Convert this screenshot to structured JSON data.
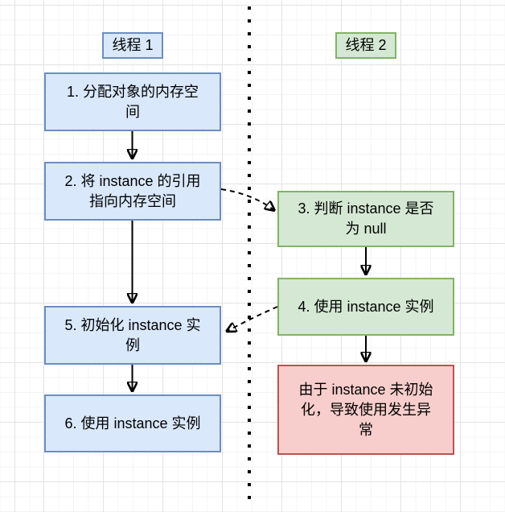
{
  "diagram": {
    "type": "flowchart",
    "lanes": [
      {
        "id": "thread1",
        "label": "线程 1",
        "fill": "#dae8fc",
        "border": "#6c8ebf"
      },
      {
        "id": "thread2",
        "label": "线程 2",
        "fill": "#d5e8d4",
        "border": "#82b366"
      }
    ],
    "nodes": [
      {
        "id": "box1",
        "lane": "thread1",
        "label": "1. 分配对象的内存空\n间",
        "fill": "#dae8fc",
        "border": "#6c8ebf"
      },
      {
        "id": "box2",
        "lane": "thread1",
        "label": "2. 将 instance 的引用\n指向内存空间",
        "fill": "#dae8fc",
        "border": "#6c8ebf"
      },
      {
        "id": "box3",
        "lane": "thread2",
        "label": "3. 判断 instance 是否\n为 null",
        "fill": "#d5e8d4",
        "border": "#82b366"
      },
      {
        "id": "box4",
        "lane": "thread2",
        "label": "4. 使用 instance 实例",
        "fill": "#d5e8d4",
        "border": "#82b366"
      },
      {
        "id": "box5",
        "lane": "thread1",
        "label": "5. 初始化 instance 实\n例",
        "fill": "#dae8fc",
        "border": "#6c8ebf"
      },
      {
        "id": "box6",
        "lane": "thread1",
        "label": "6. 使用 instance 实例",
        "fill": "#dae8fc",
        "border": "#6c8ebf"
      },
      {
        "id": "error",
        "lane": "thread2",
        "label": "由于 instance 未初始\n化，导致使用发生异\n常",
        "fill": "#f8cecc",
        "border": "#b85450"
      }
    ],
    "edges": [
      {
        "from": "box1",
        "to": "box2",
        "style": "solid"
      },
      {
        "from": "box2",
        "to": "box3",
        "style": "dashed"
      },
      {
        "from": "box2",
        "to": "box5",
        "style": "solid"
      },
      {
        "from": "box3",
        "to": "box4",
        "style": "solid"
      },
      {
        "from": "box4",
        "to": "error",
        "style": "solid"
      },
      {
        "from": "box4",
        "to": "box5",
        "style": "dashed"
      },
      {
        "from": "box5",
        "to": "box6",
        "style": "solid"
      }
    ],
    "colors": {
      "arrow": "#000000",
      "separator": "#000000",
      "grid_minor": "#f4f4f4",
      "grid_major": "#e3e3e3",
      "background": "#ffffff"
    }
  }
}
